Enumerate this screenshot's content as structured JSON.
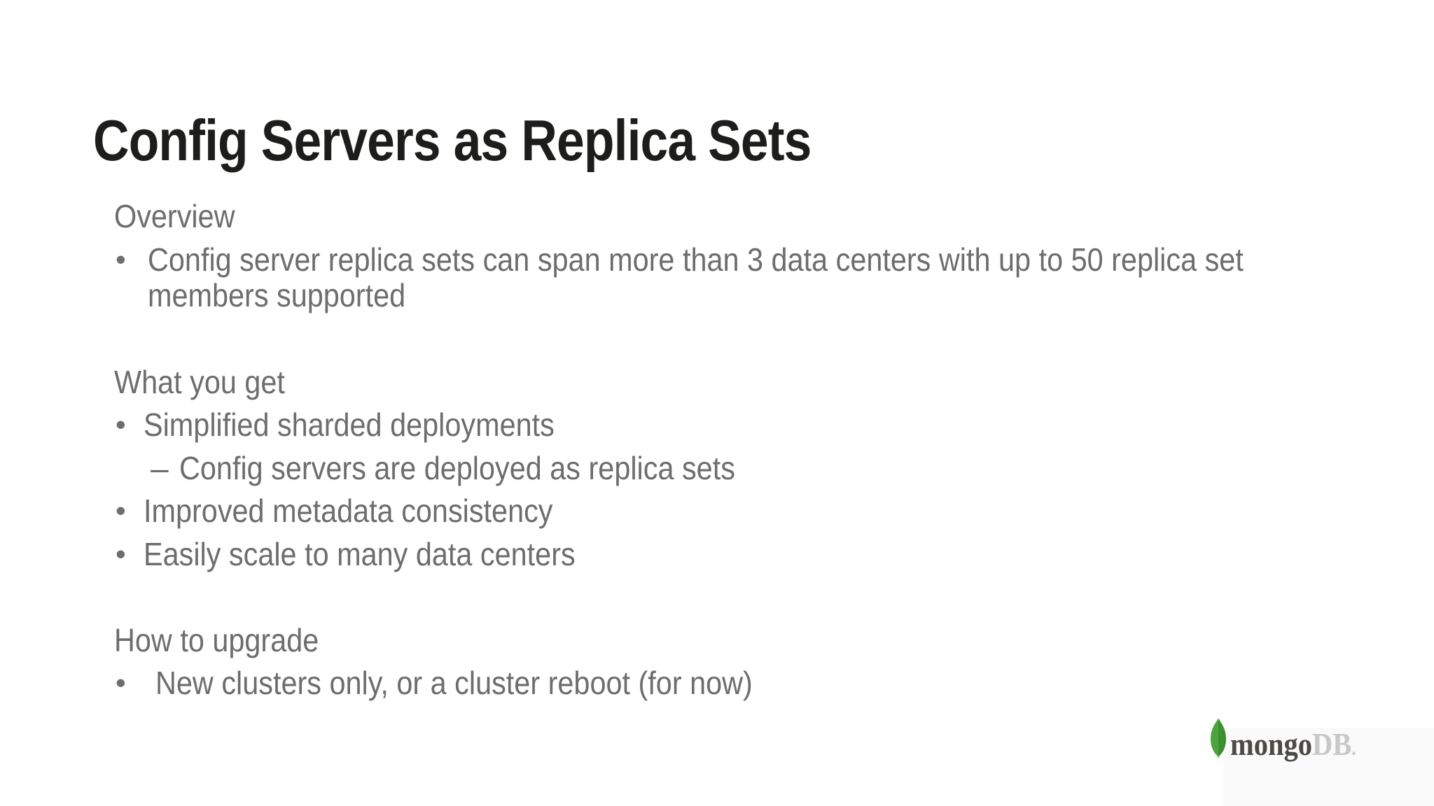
{
  "slide": {
    "title": "Config Servers as Replica Sets",
    "sections": [
      {
        "heading": "Overview",
        "items": [
          {
            "marker": "•",
            "lines": [
              "Config server replica sets can span more than 3 data centers with up to 50 replica set",
              "members supported"
            ]
          }
        ]
      },
      {
        "heading": "What you get",
        "items": [
          {
            "marker": "•",
            "lines": [
              "Simplified sharded deployments"
            ]
          },
          {
            "marker": "–",
            "sub": true,
            "lines": [
              "Config servers are deployed as replica sets"
            ]
          },
          {
            "marker": "•",
            "lines": [
              "Improved metadata consistency"
            ]
          },
          {
            "marker": "•",
            "lines": [
              "Easily scale to many data centers"
            ]
          }
        ]
      },
      {
        "heading": "How to upgrade",
        "items": [
          {
            "marker": "•",
            "lines": [
              "New clusters only, or a cluster reboot (for now)"
            ]
          }
        ]
      }
    ],
    "logo": {
      "mongo": "mongo",
      "db": "DB",
      "period": "."
    }
  },
  "colors": {
    "background": "#ffffff",
    "title_text": "#1d1d1b",
    "body_text": "#6d6d6d",
    "logo_mongo": "#4c4a44",
    "logo_db": "#c8c8c8",
    "leaf_green": "#4aa53c",
    "leaf_green_dark": "#3f8e33",
    "footer_panel": "#fafafa"
  }
}
